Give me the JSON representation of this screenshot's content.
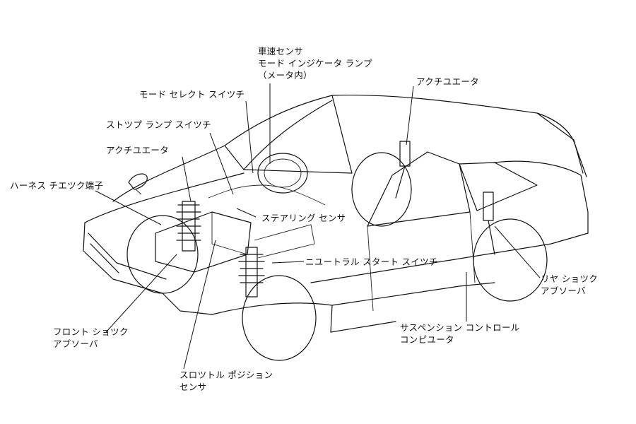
{
  "labels": {
    "speed_sensor": [
      "車速センサ",
      "モード インジケータ ランプ",
      "（メータ内）"
    ],
    "mode_select_switch": [
      "モード セレクト スイツチ"
    ],
    "stop_lamp_switch": [
      "ストツプ ランプ スイツチ"
    ],
    "actuator_front": [
      "アクチユエータ"
    ],
    "harness_check": [
      "ハーネス チエツク端子"
    ],
    "steering_sensor": [
      "ステアリング センサ"
    ],
    "actuator_rear": [
      "アクチユエータ"
    ],
    "neutral_start_switch": [
      "ニユートラル スタート スイツチ"
    ],
    "rear_shock_absorber": [
      "リヤ ショツク",
      "アブソーバ"
    ],
    "front_shock_absorber": [
      "フロント ショツク",
      "アブソーバ"
    ],
    "suspension_computer": [
      "サスペンション コントロール",
      "コンピユータ"
    ],
    "throttle_sensor": [
      "スロツトル ポジション",
      "センサ"
    ]
  }
}
